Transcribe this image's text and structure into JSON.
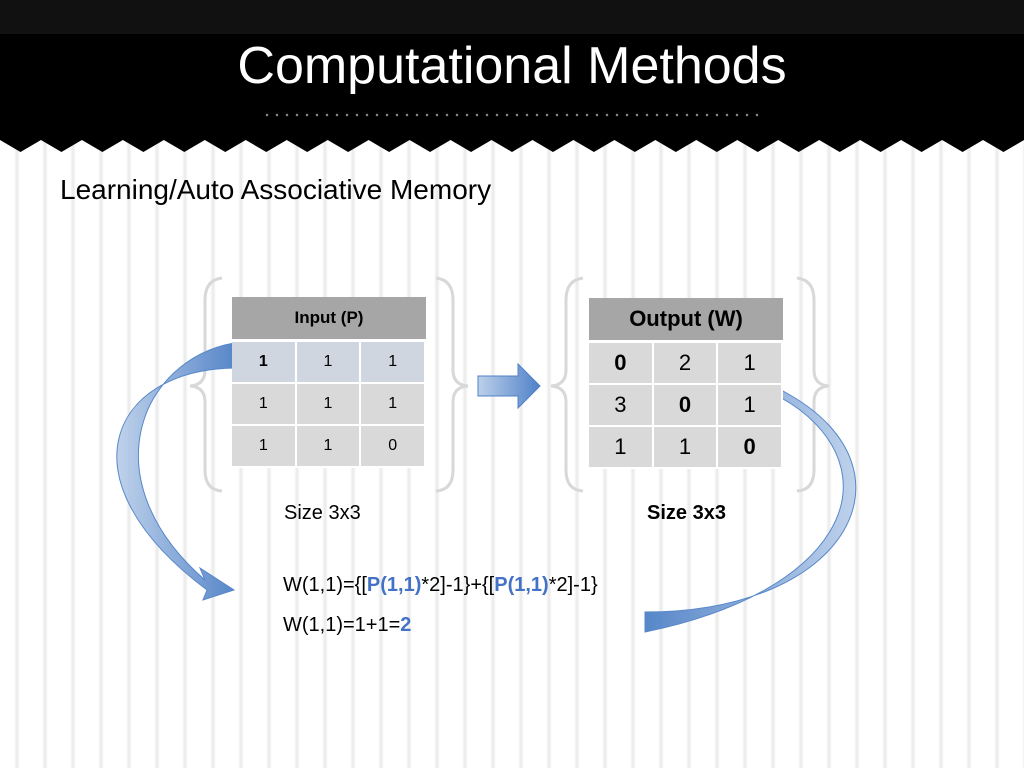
{
  "slide": {
    "title": "Computational Methods",
    "subtitle": "Learning/Auto Associative Memory"
  },
  "input": {
    "header": "Input (P)",
    "rows": [
      [
        "1",
        "1",
        "1"
      ],
      [
        "1",
        "1",
        "1"
      ],
      [
        "1",
        "1",
        "0"
      ]
    ],
    "size_label": "Size 3x3"
  },
  "output": {
    "header": "Output (W)",
    "rows": [
      [
        "0",
        "2",
        "1"
      ],
      [
        "3",
        "0",
        "1"
      ],
      [
        "1",
        "1",
        "0"
      ]
    ],
    "size_label": "Size 3x3"
  },
  "formula": {
    "line1_a": "W(1,1)={[",
    "line1_p1": "P(1,1)",
    "line1_b": "*2]-1}+{[",
    "line1_p2": "P(1,1)",
    "line1_c": "*2]-1}",
    "line2_a": "W(1,1)=1+1=",
    "line2_result": "2"
  },
  "colors": {
    "arrow_blue": "#4f81c7",
    "header_gray": "#a6a6a6",
    "cell_gray": "#d9d9d9"
  }
}
